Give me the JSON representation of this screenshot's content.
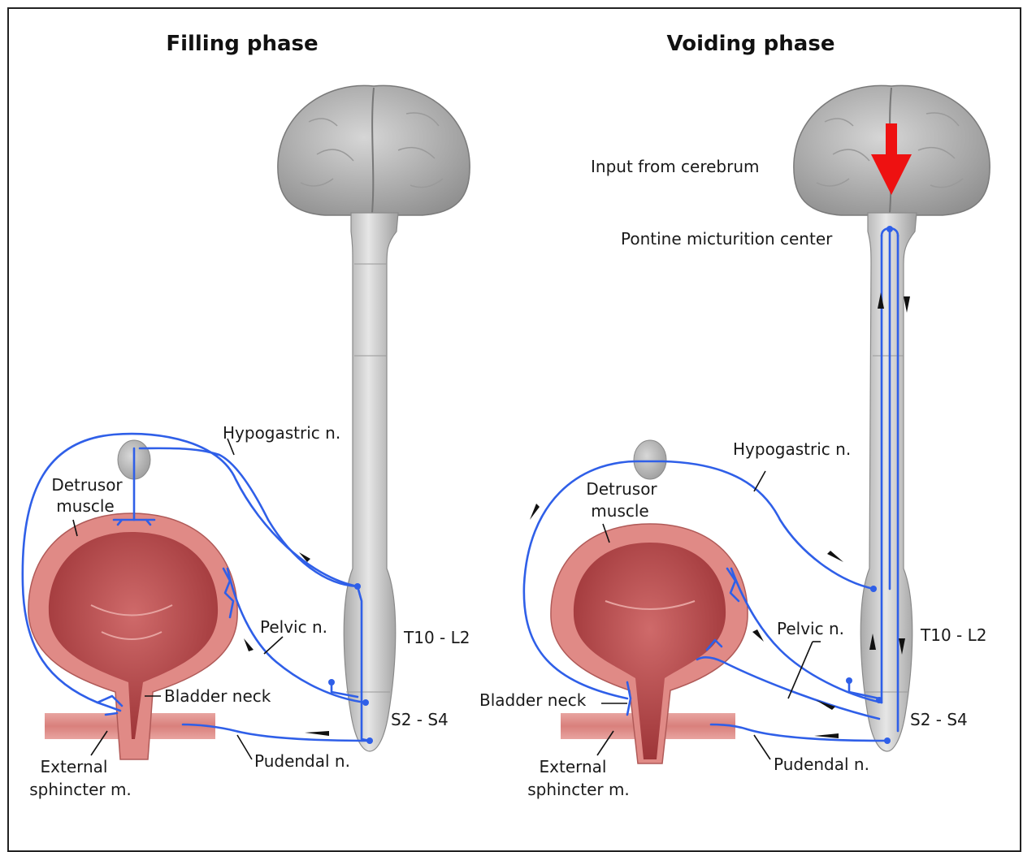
{
  "panels": {
    "filling": {
      "title": "Filling phase",
      "labels": {
        "hypogastric": "Hypogastric n.",
        "detrusor_1": "Detrusor",
        "detrusor_2": "muscle",
        "pelvic": "Pelvic n.",
        "t10": "T10 - L2",
        "bladder_neck": "Bladder neck",
        "s2": "S2 - S4",
        "pudendal": "Pudendal n.",
        "external_1": "External",
        "external_2": "sphincter m."
      }
    },
    "voiding": {
      "title": "Voiding phase",
      "labels": {
        "cerebrum": "Input from cerebrum",
        "pontine": "Pontine micturition center",
        "hypogastric": "Hypogastric n.",
        "detrusor_1": "Detrusor",
        "detrusor_2": "muscle",
        "pelvic": "Pelvic n.",
        "t10": "T10 - L2",
        "bladder_neck": "Bladder neck",
        "s2": "S2 - S4",
        "pudendal": "Pudendal n.",
        "external_1": "External",
        "external_2": "sphincter m."
      }
    }
  },
  "colors": {
    "nerve": "#2f5fe8",
    "brain": "#bdbdbd",
    "spinal_cord": "#d4d4d4",
    "bladder_wall": "#e08a86",
    "bladder_lumen": "#b8484c",
    "cerebral_input_arrow": "#ee1111"
  }
}
